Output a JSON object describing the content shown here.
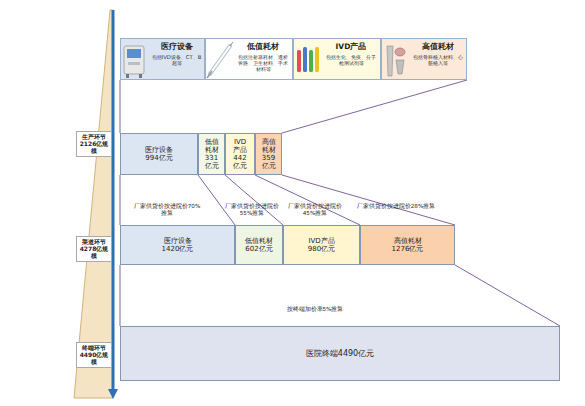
{
  "diagram": {
    "nodes": [
      {
        "text": [
          "医疗设备",
          "包括IVD设备、CT、B超等"
        ]
      },
      {
        "text": [
          "低值耗材",
          "包括注射器耗材、透析管路、卫生材料、手术材料等"
        ]
      },
      {
        "text": [
          "IVD产品",
          "包括生化、免疫、分子检测试剂等"
        ]
      },
      {
        "text": [
          "高值耗材",
          "包括骨科植入材料、心脏植入等"
        ]
      },
      {
        "text": [
          "医疗设备",
          "994亿元"
        ]
      },
      {
        "text": [
          "低值 耗材",
          "331 亿元"
        ]
      },
      {
        "text": [
          "IVD 产品",
          "442 亿元"
        ]
      },
      {
        "text": [
          "高值 耗材",
          "359 亿元"
        ]
      },
      {
        "text": [
          "医疗设备",
          "1420亿元"
        ]
      },
      {
        "text": [
          "低值耗材",
          "602亿元"
        ]
      },
      {
        "text": [
          "IVD产品",
          "980亿元"
        ]
      },
      {
        "text": [
          "高值耗材",
          "1276亿元"
        ]
      },
      {
        "text": [
          "医院终端4490亿元"
        ]
      }
    ],
    "labels": [
      "生产环节 2126亿规模",
      "渠道环节 4278亿规模",
      "终端环节 4490亿规模",
      "厂家供货价按进院价70%推算",
      "厂家供货价按进院价55%推算",
      "厂家供货价按进院价45%推算",
      "厂家供货价按进院价28%推算",
      "按终端加价率5%推算"
    ]
  }
}
